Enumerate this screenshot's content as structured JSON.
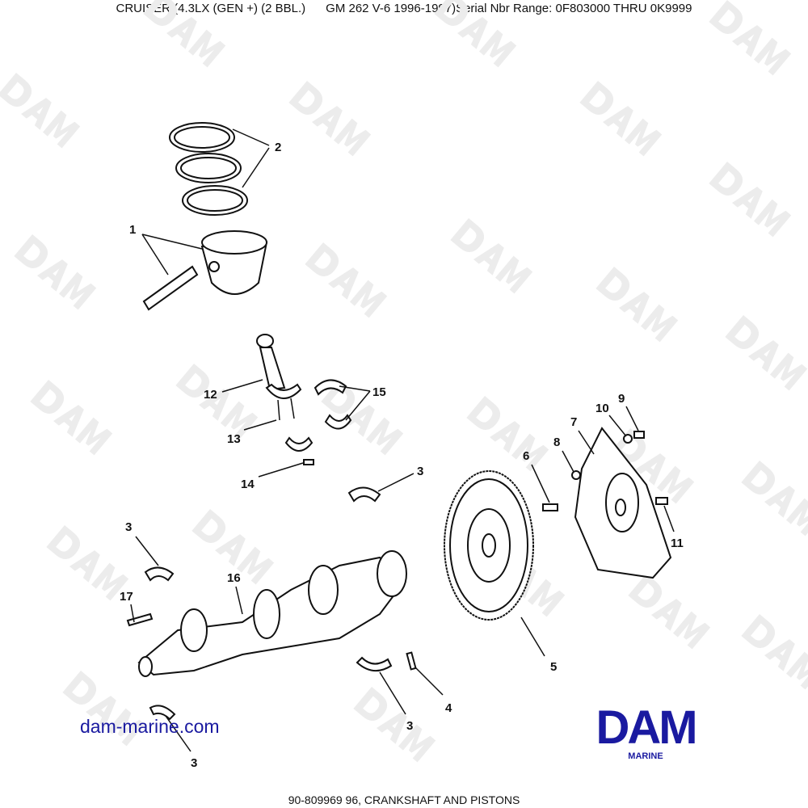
{
  "header": {
    "title": "CRUISER (4.3LX (GEN +) (2 BBL.)      GM 262 V-6 1996-1997)Serial Nbr Range: 0F803000 THRU 0K9999"
  },
  "footer": {
    "caption": "90-809969 96, CRANKSHAFT AND PISTONS"
  },
  "website": "dam-marine.com",
  "logo": {
    "text": "DAM",
    "subtext": "MARINE",
    "color": "#1a1aa0"
  },
  "watermark": "DAM",
  "callouts": [
    "1",
    "2",
    "3",
    "4",
    "5",
    "6",
    "7",
    "8",
    "9",
    "10",
    "11",
    "12",
    "13",
    "14",
    "15",
    "16",
    "17"
  ]
}
